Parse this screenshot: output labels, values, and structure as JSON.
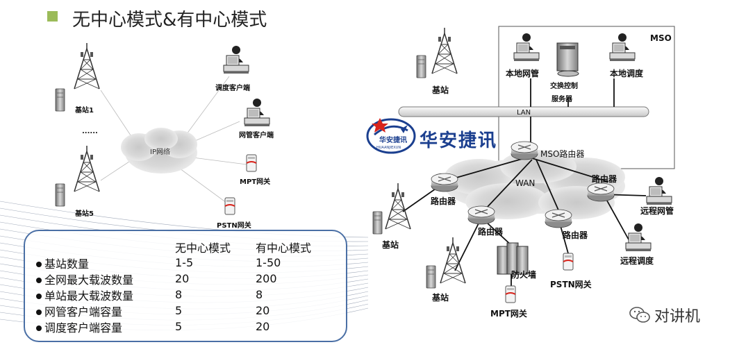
{
  "title": "无中心模式&有中心模式",
  "left_diagram": {
    "cloud_label": "IP网络",
    "base_station_1": "基站1",
    "ellipsis": "......",
    "base_station_5": "基站5",
    "dispatch_client": "调度客户端",
    "nms_client": "网管客户端",
    "mpt_gateway": "MPT网关",
    "pstn_gateway": "PSTN网关"
  },
  "table": {
    "headers": [
      "",
      "无中心模式",
      "有中心模式"
    ],
    "rows": [
      [
        "基站数量",
        "1-5",
        "1-50"
      ],
      [
        "全网最大载波数量",
        "20",
        "200"
      ],
      [
        "单站最大载波数量",
        "8",
        "8"
      ],
      [
        "网管客户端容量",
        "5",
        "20"
      ],
      [
        "调度客户端容量",
        "5",
        "20"
      ]
    ]
  },
  "right_diagram": {
    "mso_label": "MSO",
    "local_nms": "本地网管",
    "switch_control_line1": "交换控制",
    "switch_control_line2": "服务器",
    "local_dispatch": "本地调度",
    "base_station_top": "基站",
    "lan_label": "LAN",
    "mso_router": "MSO路由器",
    "wan_label": "WAN",
    "router_right": "路由器",
    "router_left": "路由器",
    "router_mid": "路由器",
    "router_center": "路由器",
    "remote_nms": "远程网管",
    "remote_dispatch": "远程调度",
    "base_station_left": "基站",
    "base_station_bottom": "基站",
    "firewall": "防火墙",
    "pstn_gateway": "PSTN网关",
    "mpt_gateway": "MPT网关"
  },
  "logo": {
    "text": "华安捷讯",
    "small_text": "华安捷讯",
    "pinyin": "HUAANJIEXUN"
  },
  "watermark": {
    "text": "对讲机",
    "icon": "wechat-icon"
  },
  "colors": {
    "accent": "#9bbb59",
    "table_border": "#4a6fa5",
    "logo_blue": "#1b3f8f",
    "logo_red": "#d8241c"
  }
}
